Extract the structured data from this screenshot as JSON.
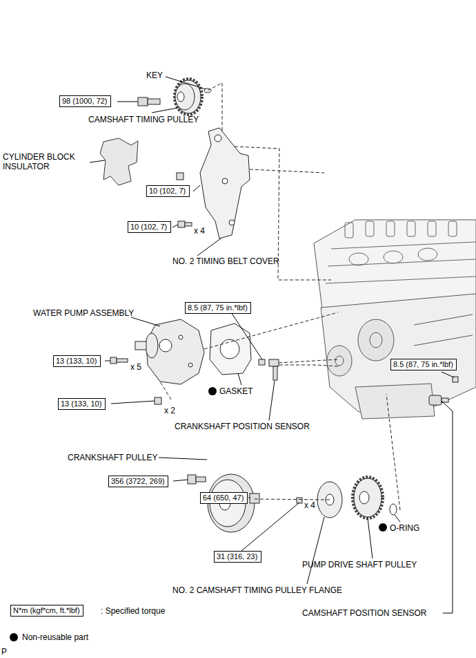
{
  "diagram": {
    "nodes": [
      {
        "text": [
          "98 (1000, 72)"
        ]
      },
      {
        "text": [
          "10 (102, 7)"
        ]
      },
      {
        "text": [
          "10 (102, 7)"
        ]
      },
      {
        "text": [
          "8.5 (87, 75 in.*lbf)"
        ]
      },
      {
        "text": [
          "13 (133, 10)"
        ]
      },
      {
        "text": [
          "8.5 (87, 75 in.*lbf)"
        ]
      },
      {
        "text": [
          "13 (133, 10)"
        ]
      },
      {
        "text": [
          "356 (3722, 269)"
        ]
      },
      {
        "text": [
          "64 (650, 47)"
        ]
      },
      {
        "text": [
          "31 (316, 23)"
        ]
      },
      {
        "text": [
          "N*m (kgf*cm, ft.*lbf)"
        ]
      }
    ],
    "labels": [
      "KEY",
      "CAMSHAFT TIMING PULLEY",
      "CYLINDER BLOCK INSULATOR",
      "x 4",
      "NO. 2 TIMING BELT COVER",
      "WATER PUMP ASSEMBLY",
      "x 5",
      "x 2",
      "GASKET",
      "CRANKSHAFT POSITION SENSOR",
      "CRANKSHAFT PULLEY",
      "x 4",
      "O-RING",
      "PUMP DRIVE SHAFT PULLEY",
      "NO. 2 CAMSHAFT TIMING PULLEY FLANGE",
      "CAMSHAFT POSITION SENSOR",
      "P"
    ],
    "legend": [
      {
        "text": ": Specified torque"
      },
      {
        "text": "Non-reusable part"
      }
    ]
  }
}
